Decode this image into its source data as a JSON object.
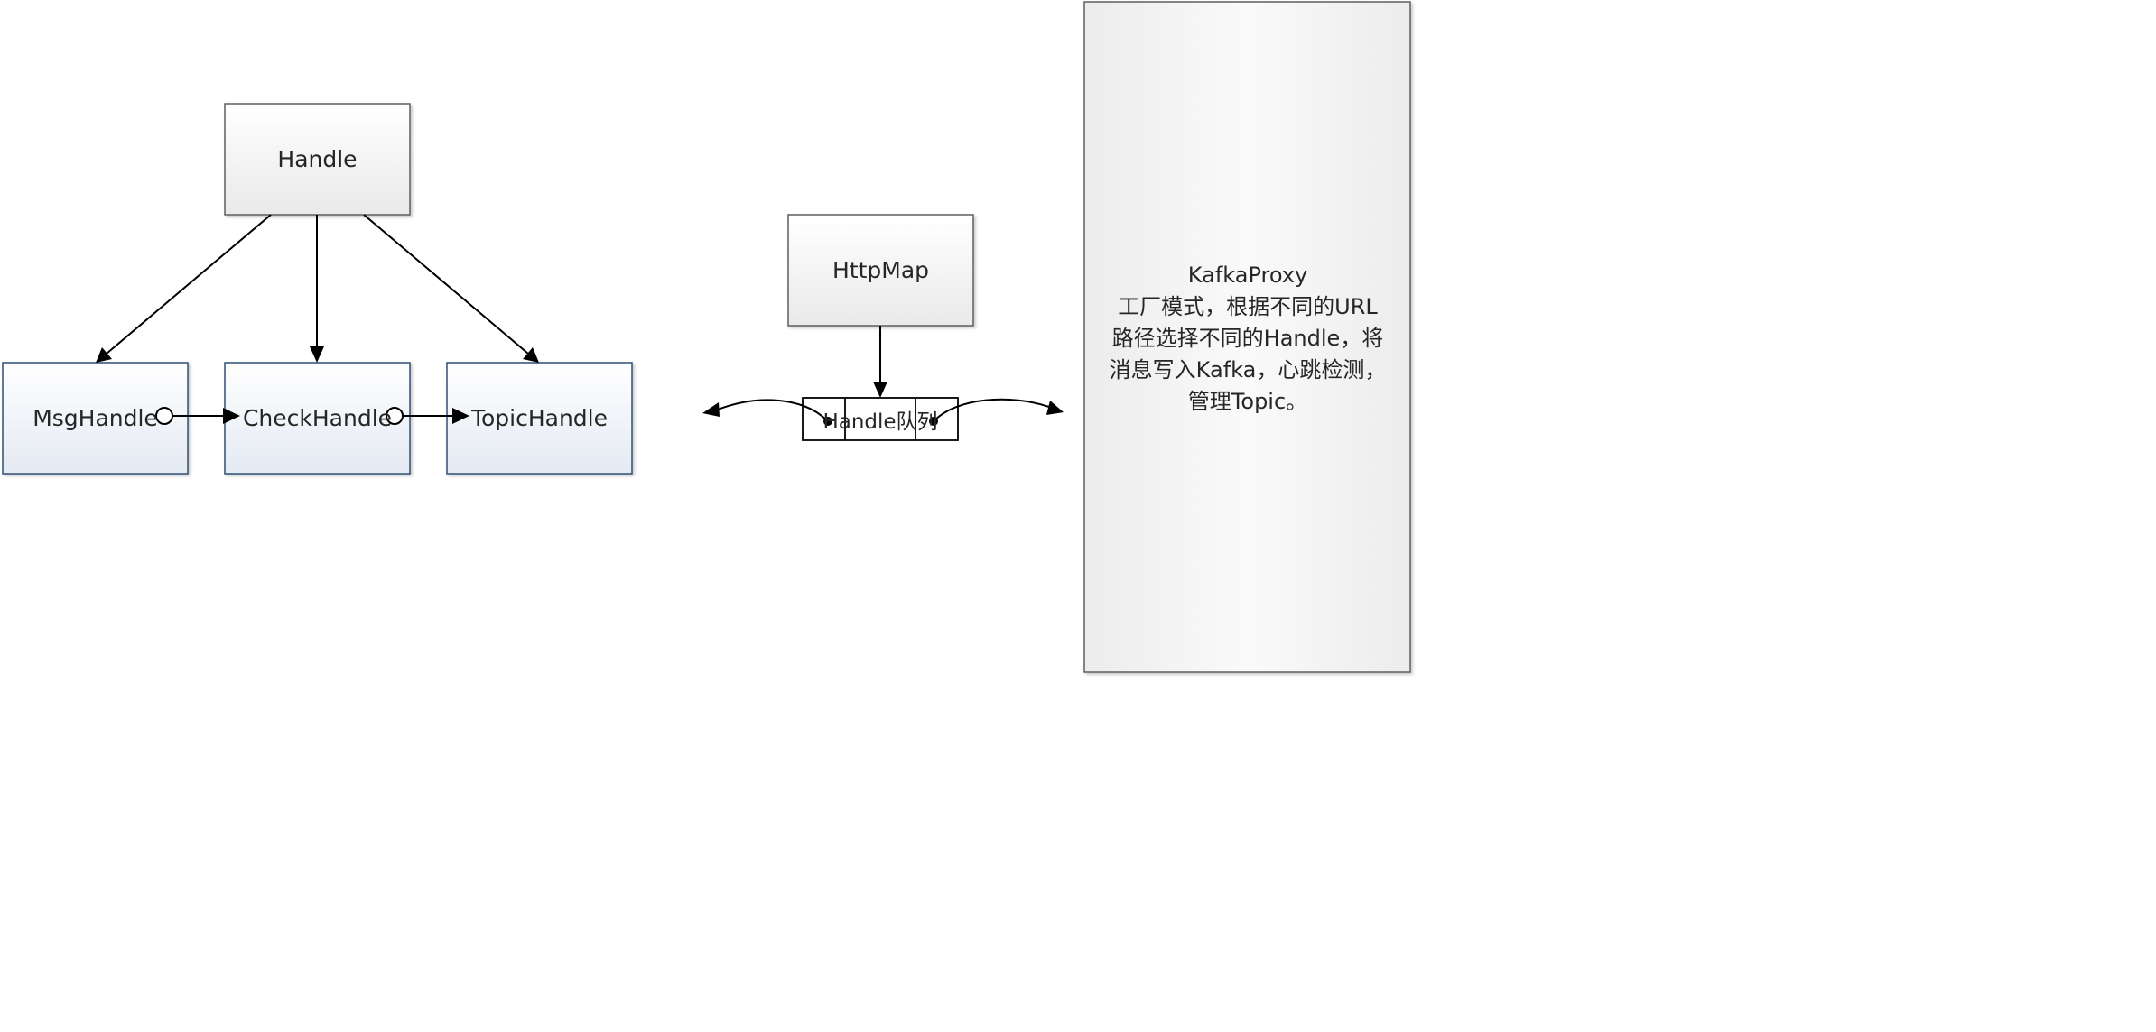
{
  "nodes": {
    "handle": "Handle",
    "msg_handle": "MsgHandle",
    "check_handle": "CheckHandle",
    "topic_handle": "TopicHandle",
    "http_map": "HttpMap",
    "queue": "Handle队列"
  },
  "kafka_proxy": {
    "lines": [
      "KafkaProxy",
      "工厂模式，根据不同的URL",
      "路径选择不同的Handle，将",
      "消息写入Kafka，心跳检测，",
      "管理Topic。"
    ]
  },
  "colors": {
    "stroke": "#000000",
    "gray_box_border": "#5f5f5f",
    "blue_box_border": "#2f4f74",
    "text": "#262626"
  }
}
